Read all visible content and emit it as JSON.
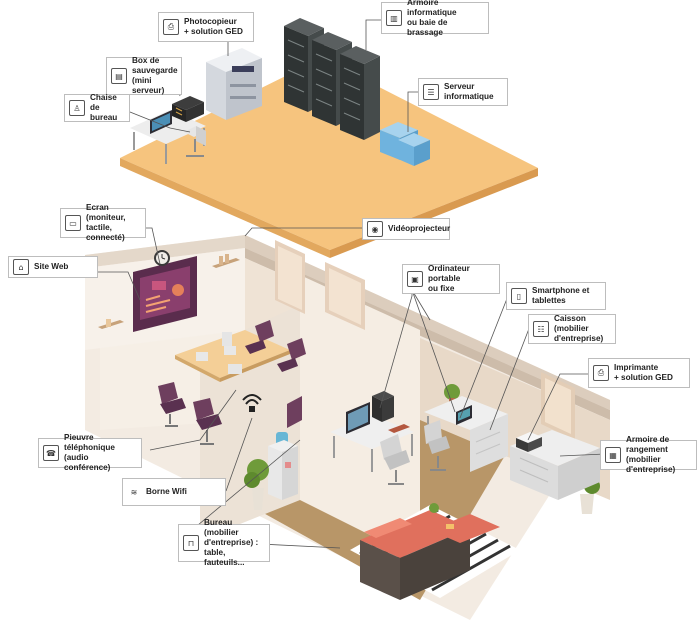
{
  "colors": {
    "upper_floor": "#f6c47e",
    "floor_edge": "#e9d3b3",
    "wall": "#f1e8de",
    "wall_shade": "#d9cdbf",
    "ground_floor": "#b89668",
    "server": "#3a3f3f",
    "chair": "#6e3f5e",
    "rug_red": "#e0705d",
    "sofa": "#595049",
    "plant": "#6f9b3a",
    "leader": "#555555"
  },
  "callouts": {
    "photocopier": {
      "icon": "photocopier-icon",
      "label": "Photocopieur\n+ solution GED"
    },
    "rack": {
      "icon": "rack-icon",
      "label": "Armoire informatique\nou baie de brassage"
    },
    "backup": {
      "icon": "backup-box-icon",
      "label": "Box de\nsauvegarde\n(mini serveur)"
    },
    "chair": {
      "icon": "chair-icon",
      "label": "Chaise de\nbureau"
    },
    "server": {
      "icon": "server-icon",
      "label": "Serveur\ninformatique"
    },
    "screen": {
      "icon": "screen-icon",
      "label": "Ecran (moniteur,\ntactile, connecté)"
    },
    "projector": {
      "icon": "projector-icon",
      "label": "Vidéoprojecteur"
    },
    "website": {
      "icon": "website-icon",
      "label": "Site Web"
    },
    "computer": {
      "icon": "computer-icon",
      "label": "Ordinateur portable\nou fixe"
    },
    "smartphone": {
      "icon": "smartphone-icon",
      "label": "Smartphone et\ntablettes"
    },
    "caisson": {
      "icon": "drawer-icon",
      "label": "Caisson (mobilier\nd'entreprise)"
    },
    "printer": {
      "icon": "printer-icon",
      "label": "Imprimante\n+ solution GED"
    },
    "storage": {
      "icon": "cabinet-icon",
      "label": "Armoire de rangement\n(mobilier d'entreprise)"
    },
    "conference": {
      "icon": "conference-phone-icon",
      "label": "Pieuvre téléphonique\n(audio conférence)"
    },
    "wifi": {
      "icon": "wifi-icon",
      "label": "Borne Wifi"
    },
    "desk": {
      "icon": "desk-icon",
      "label": "Bureau (mobilier\nd'entreprise) : table,\nfauteuils..."
    }
  }
}
